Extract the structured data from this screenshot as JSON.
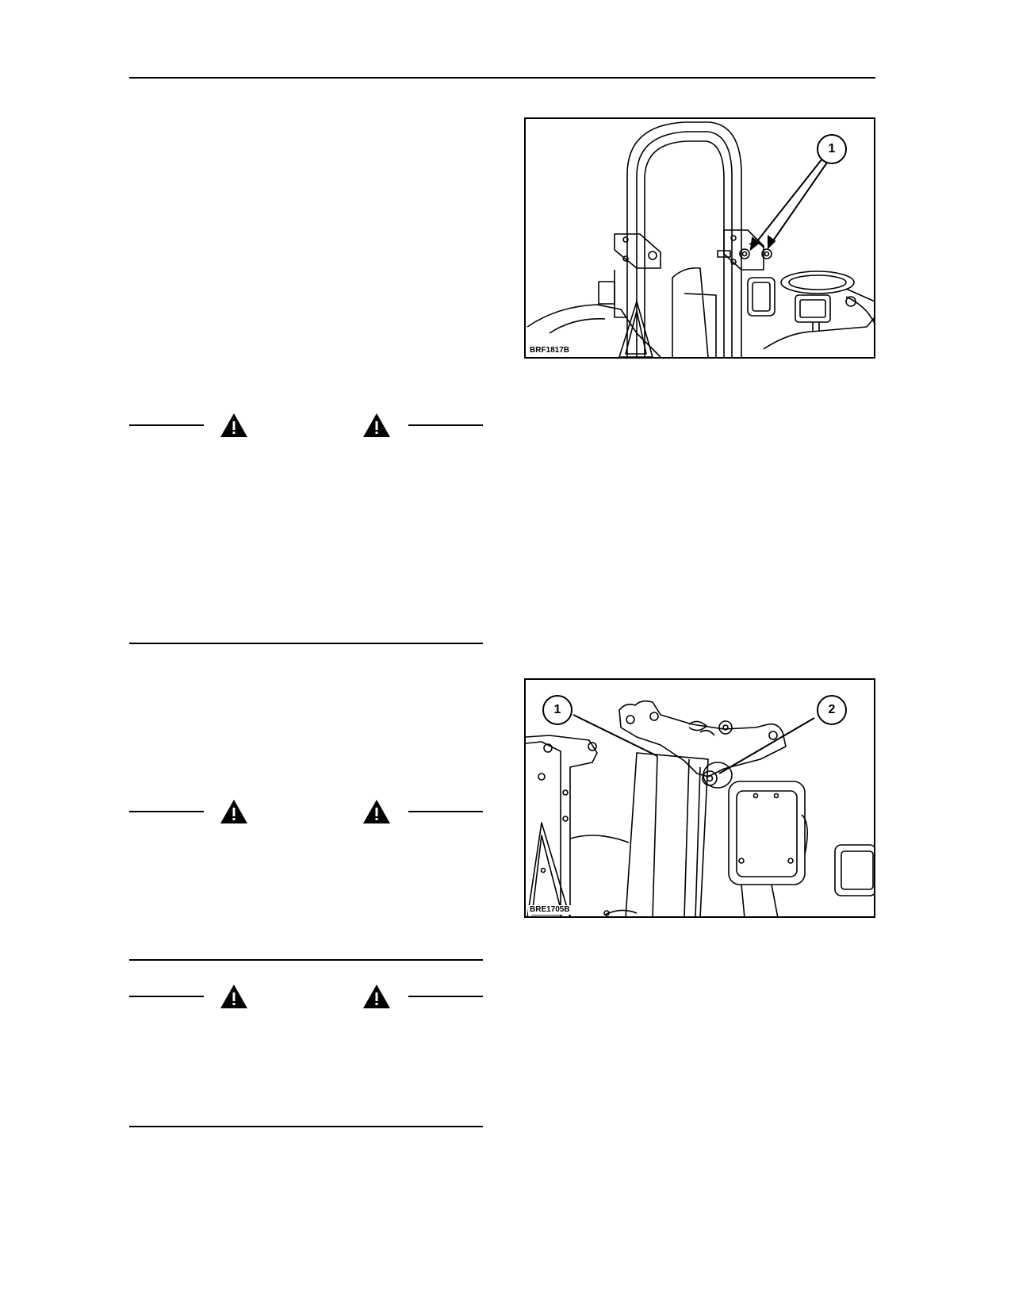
{
  "figures": [
    {
      "id": "fig1",
      "code": "BRF1817B",
      "callouts": [
        "1"
      ],
      "icons": [
        "rops-frame-pin-illustration"
      ]
    },
    {
      "id": "fig2",
      "code": "BRE1705B",
      "callouts": [
        "1",
        "2"
      ],
      "icons": [
        "rops-pivot-bracket-illustration"
      ]
    }
  ],
  "warning_bars": [
    {
      "id": "warning-1",
      "icon": "warning-triangle-icon"
    },
    {
      "id": "warning-2",
      "icon": "warning-triangle-icon"
    },
    {
      "id": "warning-3",
      "icon": "warning-triangle-icon"
    }
  ],
  "colors": {
    "ink": "#000000",
    "paper": "#ffffff"
  }
}
